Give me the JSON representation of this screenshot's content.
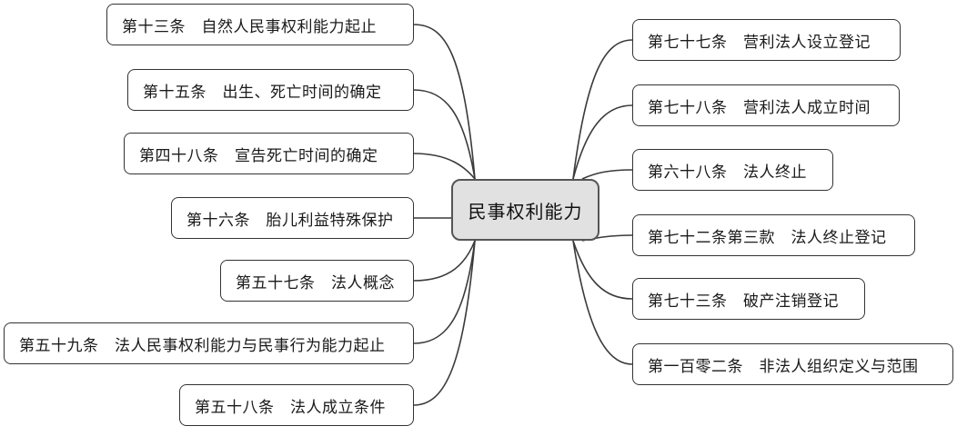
{
  "center": {
    "label": "民事权利能力"
  },
  "left_nodes": [
    {
      "label": "第十三条　自然人民事权利能力起止"
    },
    {
      "label": "第十五条　出生、死亡时间的确定"
    },
    {
      "label": "第四十八条　宣告死亡时间的确定"
    },
    {
      "label": "第十六条　胎儿利益特殊保护"
    },
    {
      "label": "第五十七条　法人概念"
    },
    {
      "label": "第五十九条　法人民事权利能力与民事行为能力起止"
    },
    {
      "label": "第五十八条　法人成立条件"
    }
  ],
  "right_nodes": [
    {
      "label": "第七十七条　营利法人设立登记"
    },
    {
      "label": "第七十八条　营利法人成立时间"
    },
    {
      "label": "第六十八条　法人终止"
    },
    {
      "label": "第七十二条第三款　法人终止登记"
    },
    {
      "label": "第七十三条　破产注销登记"
    },
    {
      "label": "第一百零二条　非法人组织定义与范围"
    }
  ]
}
